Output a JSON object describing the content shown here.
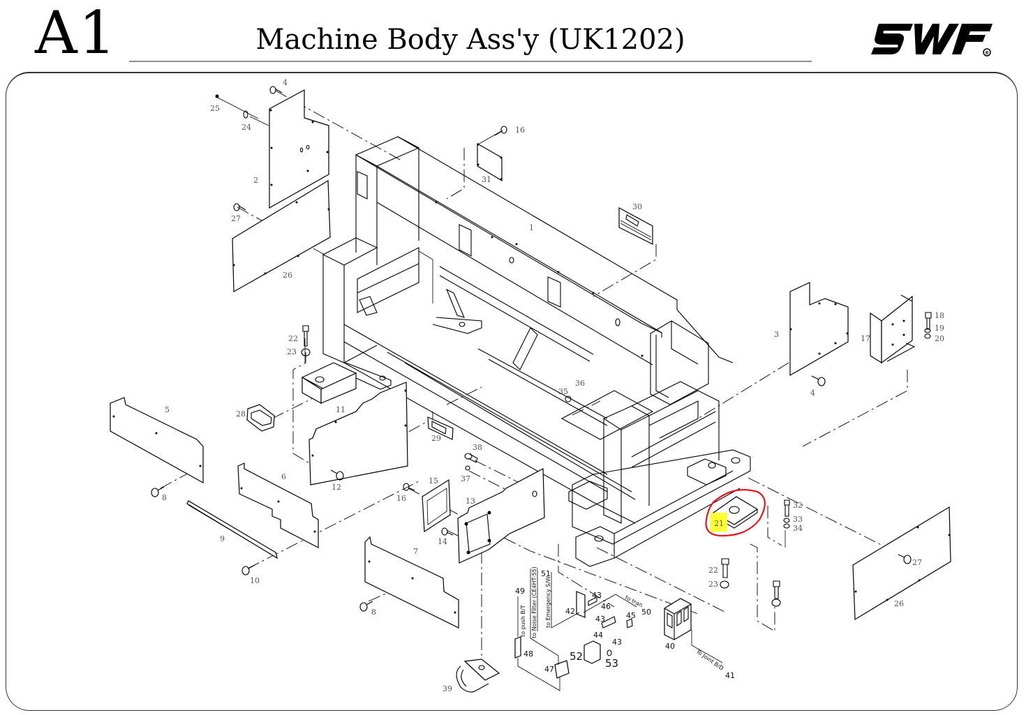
{
  "header": {
    "page_id": "A1",
    "title": "Machine Body Ass'y (UK1202)",
    "logo_text": "SWF",
    "logo_mark": "®"
  },
  "highlight": {
    "part": "21",
    "circle_color": "#e8141c",
    "marker_color": "#ffff33"
  },
  "parts": {
    "p1": "1",
    "p2": "2",
    "p3": "3",
    "p4a": "4",
    "p4b": "4",
    "p5": "5",
    "p6": "6",
    "p7": "7",
    "p8a": "8",
    "p8b": "8",
    "p9": "9",
    "p10": "10",
    "p11": "11",
    "p12": "12",
    "p13": "13",
    "p14": "14",
    "p15": "15",
    "p16a": "16",
    "p16b": "16",
    "p17": "17",
    "p18": "18",
    "p19": "19",
    "p20": "20",
    "p21": "21",
    "p22a": "22",
    "p23a": "23",
    "p22b": "22",
    "p23b": "23",
    "p24": "24",
    "p25": "25",
    "p26a": "26",
    "p26b": "26",
    "p27a": "27",
    "p27b": "27",
    "p28": "28",
    "p29": "29",
    "p30": "30",
    "p31": "31",
    "p32": "32",
    "p33": "33",
    "p34": "34",
    "p35": "35",
    "p36": "36",
    "p37": "37",
    "p38": "38",
    "p39": "39",
    "p40": "40",
    "p41": "41",
    "p42": "42",
    "p43a": "43",
    "p43b": "43",
    "p43c": "43",
    "p44": "44",
    "p45": "45",
    "p46": "46",
    "p47": "47",
    "p48": "48",
    "p49": "49",
    "p50": "50",
    "p51": "51",
    "p52": "52",
    "p53": "53"
  },
  "wires": {
    "push_bt": "to push B/T",
    "noise_filter": "to Noise Filter (CE4HT-55)",
    "emergency": "to Emergency S/W",
    "tran": "to tran",
    "joint_bd": "To Joint B/D"
  }
}
